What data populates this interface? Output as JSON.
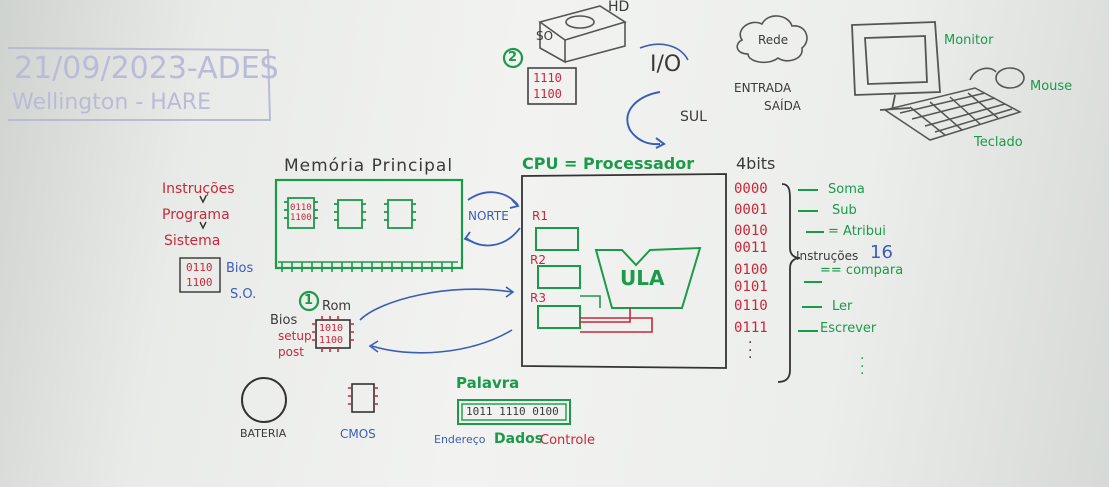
{
  "header": {
    "date_line": "21/09/2023-ADES",
    "name_line": "Wellington - HARE"
  },
  "top": {
    "hd_label": "HD",
    "so_label": "SO",
    "step2": "2",
    "hd_bits": [
      "1110",
      "1100"
    ],
    "io_label": "I/O",
    "sul_label": "SUL",
    "rede_label": "Rede",
    "entrada_label": "ENTRADA",
    "saida_label": "SAÍDA",
    "monitor_label": "Monitor",
    "mouse_label": "Mouse",
    "teclado_label": "Teclado"
  },
  "memory": {
    "title": "Memória Principal",
    "chip_bits": [
      "0110",
      "1100"
    ],
    "norte_label": "NORTE"
  },
  "left": {
    "chain": [
      "Instruções",
      "Programa",
      "Sistema"
    ],
    "bios_bits": [
      "0110",
      "1100"
    ],
    "bios_label": "Bios",
    "so_label": "S.O.",
    "step1": "1",
    "rom_label": "Rom",
    "rom_bits": [
      "1010",
      "1100"
    ],
    "bios2": "Bios",
    "setup": "setup",
    "post": "post",
    "bateria": "BATERIA",
    "cmos": "CMOS"
  },
  "cpu": {
    "title": "CPU = Processador",
    "registers": [
      "R1",
      "R2",
      "R3"
    ],
    "ula": "ULA"
  },
  "palavra": {
    "title": "Palavra",
    "bits": "1011 1110 0100",
    "labels": [
      "Endereço",
      "Dados",
      "Controle"
    ]
  },
  "instructions": {
    "header": "4bits",
    "codes": [
      "0000",
      "0001",
      "0010",
      "0011",
      "0100",
      "0101",
      "0110",
      "0111"
    ],
    "ops": [
      "Soma",
      "Sub",
      "= Atribui",
      "",
      "== compara",
      "",
      "Ler",
      "Escrever"
    ],
    "instrucoes_note": "Instruções",
    "count": "16"
  }
}
